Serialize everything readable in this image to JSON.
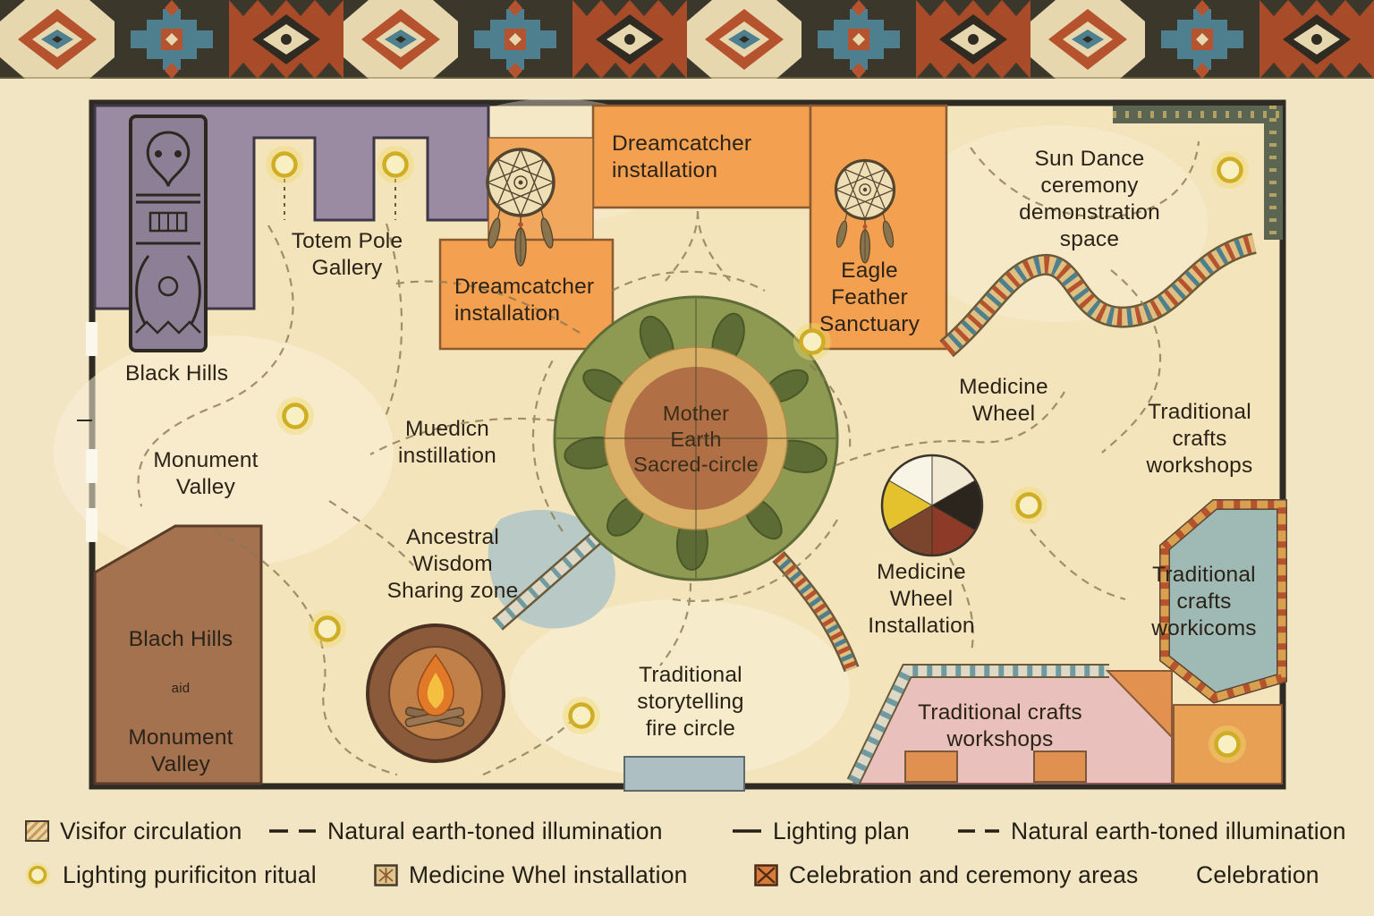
{
  "colors": {
    "page_background": "#f1e5c4",
    "plan_floor": "#f3e4bb",
    "wall": "#2e2a24",
    "gallery_purple": "#9a8aa2",
    "installation_orange": "#f3a050",
    "room_brown": "#a4724f",
    "workshops_pink": "#e9c0bc",
    "workrooms_teal": "#9fb9b5",
    "earth_ring_olive": "#8e9a52",
    "earth_center_brown": "#b06f44",
    "lighting_yellow": "#e3c22e",
    "accent_rust": "#b5532e",
    "accent_teal": "#4e7f8e",
    "border_dark": "#3c372b",
    "border_cream": "#e6d7ae"
  },
  "rooms": {
    "totem_gallery": "Totem Pole\nGallery",
    "dreamcatcher_top": "Dreamcatcher\ninstallation",
    "dreamcatcher_mid": "Dreamcatcher\ninstallation",
    "eagle_sanctuary": "Eagle\nFeather\nSanctuary",
    "sun_dance": "Sun Dance\nceremony\ndemonstration\nspace",
    "black_hills": "Black Hills",
    "monument_valley": "Monument\nValley",
    "medicine_installation": "Muedicn\ninstillation",
    "mother_earth": "Mother\nEarth\nSacred-circle",
    "medicine_wheel": "Medicine\nWheel",
    "crafts_workshops_right": "Traditional\ncrafts\nworkshops",
    "ancestral_wisdom": "Ancestral\nWisdom\nSharing zone",
    "medicine_wheel_installation": "Medicine\nWheel\nInstallation",
    "storytelling": "Traditional\nstorytelling\nfire circle",
    "black_hills_2": "Blach Hills",
    "black_hills_2_sub": "aid",
    "monument_valley_2": "Monument\nValley",
    "crafts_workshops_bottom": "Traditional crafts\nworkshops",
    "crafts_workrooms": "Traditional\ncrafts\nworkicoms"
  },
  "legend": {
    "row1": [
      {
        "icon": "visitor-circulation-swatch",
        "label": "Visifor circulation"
      },
      {
        "icon": "dashed-line",
        "label": "Natural earth-toned illumination"
      },
      {
        "icon": "solid-line",
        "label": "Lighting plan"
      },
      {
        "icon": "dashed-line",
        "label": "Natural earth-toned illumination"
      }
    ],
    "row2": [
      {
        "icon": "lighting-circle",
        "label": "Lighting purificiton ritual"
      },
      {
        "icon": "medicine-wheel-swatch",
        "label": "Medicine Whel installation"
      },
      {
        "icon": "celebration-swatch",
        "label": "Celebration and ceremony areas"
      },
      {
        "icon": "none",
        "label": "Celebration"
      }
    ]
  }
}
